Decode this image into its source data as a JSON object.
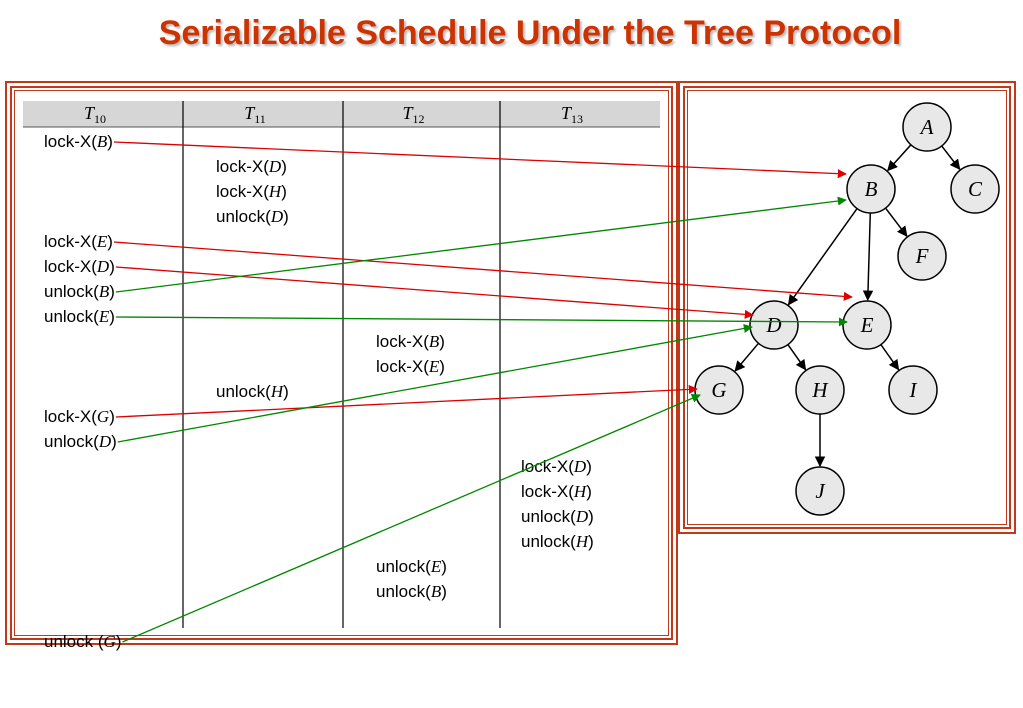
{
  "title": "Serializable Schedule Under the Tree Protocol",
  "colors": {
    "title": "#cc3300",
    "frame": "#c0391b",
    "lock_arrow": "#dd0000",
    "unlock_arrow": "#008800",
    "node_fill": "#e8e8e8",
    "header_fill": "#d6d6d6"
  },
  "schedule": {
    "columns": [
      {
        "main": "T",
        "sub": "10"
      },
      {
        "main": "T",
        "sub": "11"
      },
      {
        "main": "T",
        "sub": "12"
      },
      {
        "main": "T",
        "sub": "13"
      }
    ],
    "operations": [
      {
        "col": 0,
        "row": 0,
        "op": "lock-X",
        "item": "B"
      },
      {
        "col": 1,
        "row": 1,
        "op": "lock-X",
        "item": "D"
      },
      {
        "col": 1,
        "row": 2,
        "op": "lock-X",
        "item": "H"
      },
      {
        "col": 1,
        "row": 3,
        "op": "unlock",
        "item": "D"
      },
      {
        "col": 0,
        "row": 4,
        "op": "lock-X",
        "item": "E"
      },
      {
        "col": 0,
        "row": 5,
        "op": "lock-X",
        "item": "D"
      },
      {
        "col": 0,
        "row": 6,
        "op": "unlock",
        "item": "B"
      },
      {
        "col": 0,
        "row": 7,
        "op": "unlock",
        "item": "E"
      },
      {
        "col": 2,
        "row": 8,
        "op": "lock-X",
        "item": "B"
      },
      {
        "col": 2,
        "row": 9,
        "op": "lock-X",
        "item": "E"
      },
      {
        "col": 1,
        "row": 10,
        "op": "unlock",
        "item": "H"
      },
      {
        "col": 0,
        "row": 11,
        "op": "lock-X",
        "item": "G"
      },
      {
        "col": 0,
        "row": 12,
        "op": "unlock",
        "item": "D"
      },
      {
        "col": 3,
        "row": 13,
        "op": "lock-X",
        "item": "D"
      },
      {
        "col": 3,
        "row": 14,
        "op": "lock-X",
        "item": "H"
      },
      {
        "col": 3,
        "row": 15,
        "op": "unlock",
        "item": "D"
      },
      {
        "col": 3,
        "row": 16,
        "op": "unlock",
        "item": "H"
      },
      {
        "col": 2,
        "row": 17,
        "op": "unlock",
        "item": "E"
      },
      {
        "col": 2,
        "row": 18,
        "op": "unlock",
        "item": "B"
      },
      {
        "col": 0,
        "row": 20,
        "op": "unlock ",
        "item": "G"
      }
    ]
  },
  "tree": {
    "nodes": [
      "A",
      "B",
      "C",
      "D",
      "E",
      "F",
      "G",
      "H",
      "I",
      "J"
    ],
    "edges": [
      [
        "A",
        "B"
      ],
      [
        "A",
        "C"
      ],
      [
        "B",
        "F"
      ],
      [
        "B",
        "D"
      ],
      [
        "B",
        "E"
      ],
      [
        "D",
        "G"
      ],
      [
        "D",
        "H"
      ],
      [
        "E",
        "I"
      ],
      [
        "H",
        "J"
      ]
    ]
  },
  "arrows": [
    {
      "from_op": 0,
      "to": "B",
      "kind": "lock"
    },
    {
      "from_op": 4,
      "to": "E",
      "kind": "lock"
    },
    {
      "from_op": 5,
      "to": "D",
      "kind": "lock"
    },
    {
      "from_op": 6,
      "to": "B",
      "kind": "unlock"
    },
    {
      "from_op": 7,
      "to": "E",
      "kind": "unlock"
    },
    {
      "from_op": 11,
      "to": "G",
      "kind": "lock"
    },
    {
      "from_op": 12,
      "to": "D",
      "kind": "unlock"
    },
    {
      "from_op": 19,
      "to": "G",
      "kind": "unlock"
    }
  ]
}
